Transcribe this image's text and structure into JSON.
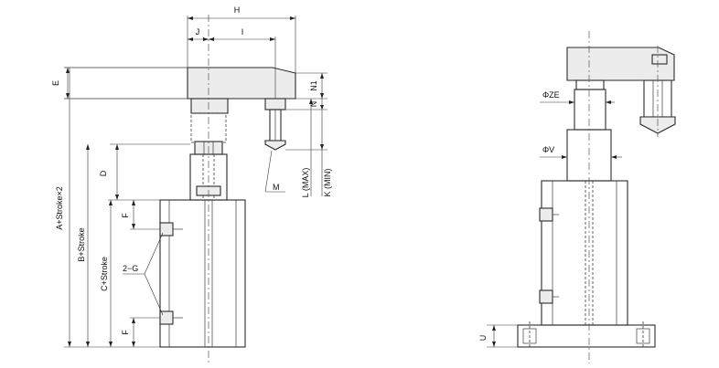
{
  "labels": {
    "H": "H",
    "J": "J",
    "I": "I",
    "E": "E",
    "N1": "N1",
    "N": "N",
    "D": "D",
    "M": "M",
    "L_MAX": "L (MAX)",
    "K_MIN": "K (MIN)",
    "F_top": "F",
    "F_bottom": "F",
    "G": "2−G",
    "A_stroke": "A+Stroke×2",
    "B_stroke": "B+Stroke",
    "C_stroke": "C+Stroke",
    "ZE": "ΦZE",
    "V": "ΦV",
    "U": "U"
  }
}
